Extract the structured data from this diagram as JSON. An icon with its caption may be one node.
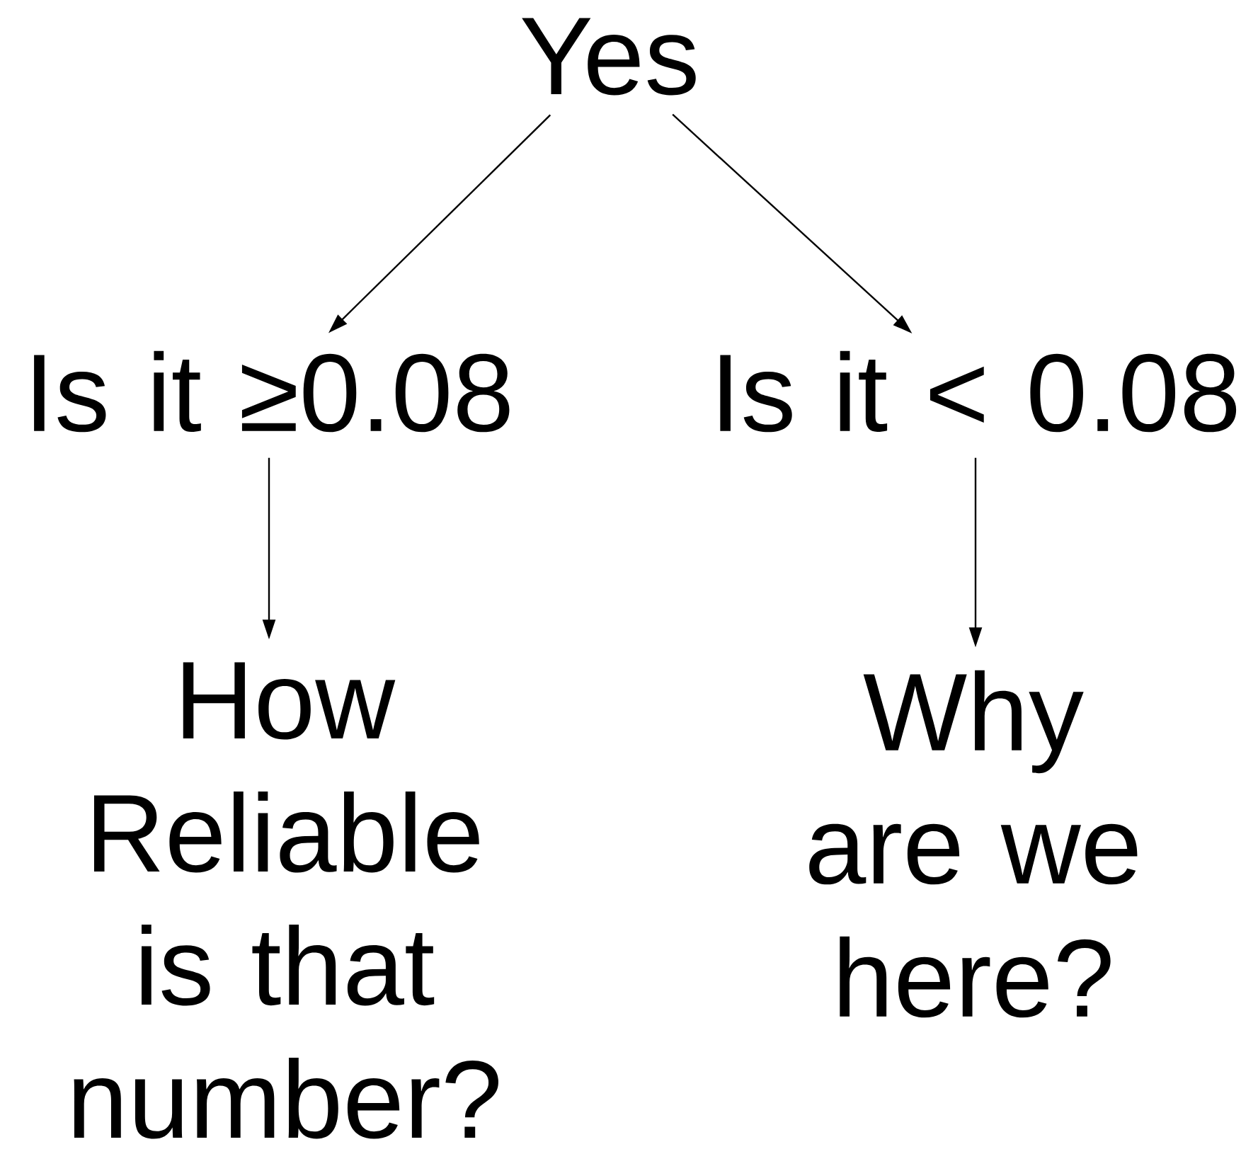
{
  "diagram": {
    "nodes": [
      {
        "text": [
          "Yes"
        ]
      },
      {
        "text": [
          "Is it ≥0.08"
        ]
      },
      {
        "text": [
          "Is it < 0.08"
        ]
      },
      {
        "text": [
          "How Reliable is that number?"
        ]
      },
      {
        "text": [
          "Why are we here?"
        ]
      }
    ],
    "edges": [
      {
        "from": 0,
        "to": 1,
        "arrow": "to"
      },
      {
        "from": 0,
        "to": 2,
        "arrow": "to"
      },
      {
        "from": 1,
        "to": 3,
        "arrow": "to"
      },
      {
        "from": 2,
        "to": 4,
        "arrow": "to"
      }
    ]
  }
}
